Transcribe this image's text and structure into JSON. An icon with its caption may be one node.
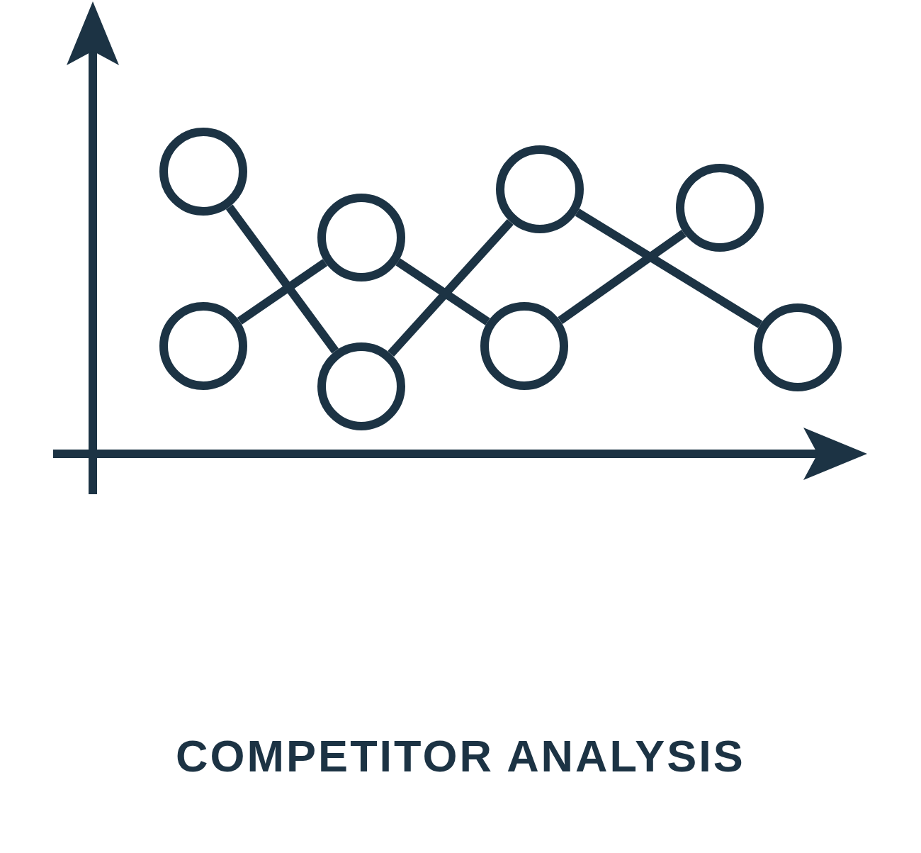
{
  "diagram": {
    "title": "COMPETITOR ANALYSIS",
    "nodes": [
      {
        "text": [],
        "shape": "circle"
      },
      {
        "text": [],
        "shape": "circle"
      },
      {
        "text": [],
        "shape": "circle"
      },
      {
        "text": [],
        "shape": "circle"
      },
      {
        "text": [],
        "shape": "circle"
      },
      {
        "text": [],
        "shape": "circle"
      },
      {
        "text": [],
        "shape": "circle"
      },
      {
        "text": [],
        "shape": "circle"
      }
    ],
    "edges": [
      {
        "from": 0,
        "to": 3,
        "arrow": "none"
      },
      {
        "from": 3,
        "to": 5,
        "arrow": "none"
      },
      {
        "from": 5,
        "to": 7,
        "arrow": "none"
      },
      {
        "from": 1,
        "to": 2,
        "arrow": "none"
      },
      {
        "from": 2,
        "to": 4,
        "arrow": "none"
      },
      {
        "from": 4,
        "to": 6,
        "arrow": "none"
      }
    ]
  }
}
